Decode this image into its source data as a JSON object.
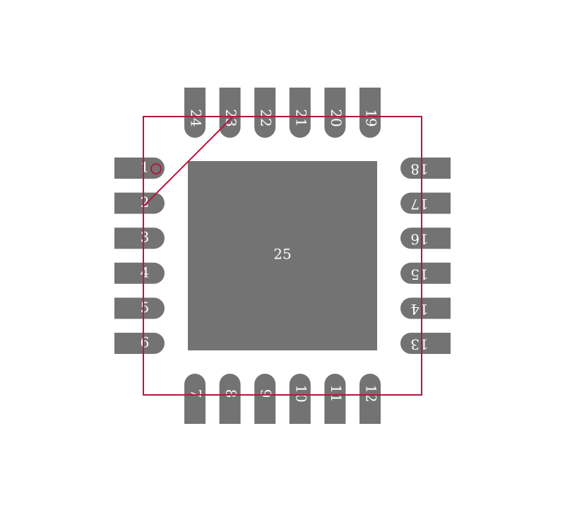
{
  "package": {
    "pins": {
      "left": [
        "1",
        "2",
        "3",
        "4",
        "5",
        "6"
      ],
      "bottom": [
        "7",
        "8",
        "9",
        "10",
        "11",
        "12"
      ],
      "right": [
        "13",
        "14",
        "15",
        "16",
        "17",
        "18"
      ],
      "top": [
        "19",
        "20",
        "21",
        "22",
        "23",
        "24"
      ]
    },
    "thermal_pad": "25",
    "pin1_marker": "circle",
    "colors": {
      "pad": "#737373",
      "pad_label": "#ffffff",
      "outline": "#b5163f",
      "background": "#ffffff"
    }
  }
}
